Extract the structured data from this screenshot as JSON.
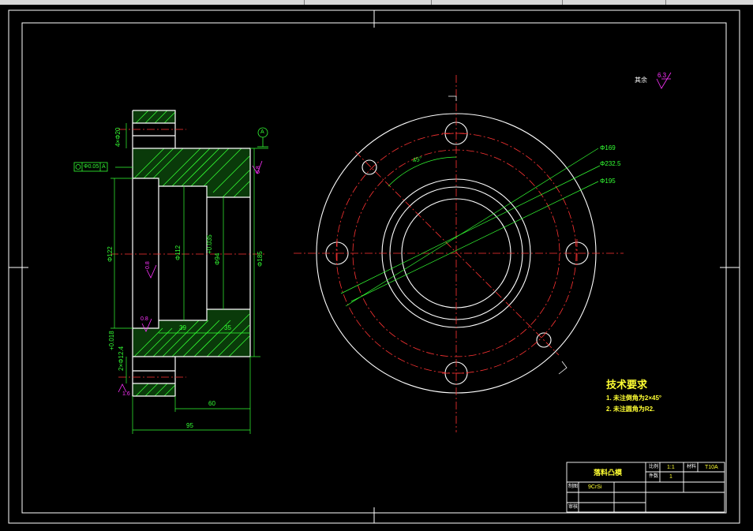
{
  "drawing": {
    "roughness_corner": {
      "label": "其余",
      "value": "6.3"
    },
    "section_view": {
      "dim_top_bore": "4×Φ20",
      "dim_outer": "Φ122",
      "dim_mid": "Φ112",
      "dim_bore": "Φ94",
      "dim_tol": "+0.035",
      "dim_flange": "Φ185",
      "dim_39": "39",
      "dim_35": "35",
      "dim_60": "60",
      "dim_95": "95",
      "dim_tol2": "+0.018",
      "dim_bottom": "2×Φ12.4",
      "datum": "A",
      "geo_tol": "Φ0.05",
      "geo_ref": "A",
      "rough_08a": "0.8",
      "rough_08b": "0.8",
      "rough_08c": "0.8",
      "rough_16": "1.6"
    },
    "front_view": {
      "dim_a": "Φ169",
      "dim_b": "Φ232.5",
      "dim_c": "Φ195",
      "angle": "45°"
    },
    "tech_req": {
      "title": "技术要求",
      "line1": "1. 未注倒角为2×45°",
      "line2": "2. 未注圆角为R2."
    },
    "title_block": {
      "part_name": "落料凸模",
      "material": "9CrSi",
      "scale_label": "比例",
      "scale": "1:1",
      "qty_label": "件数",
      "qty": "1",
      "mat_label": "材料",
      "mat_value": "T10A",
      "row1_label": "制图",
      "row2_label": "审核"
    }
  }
}
